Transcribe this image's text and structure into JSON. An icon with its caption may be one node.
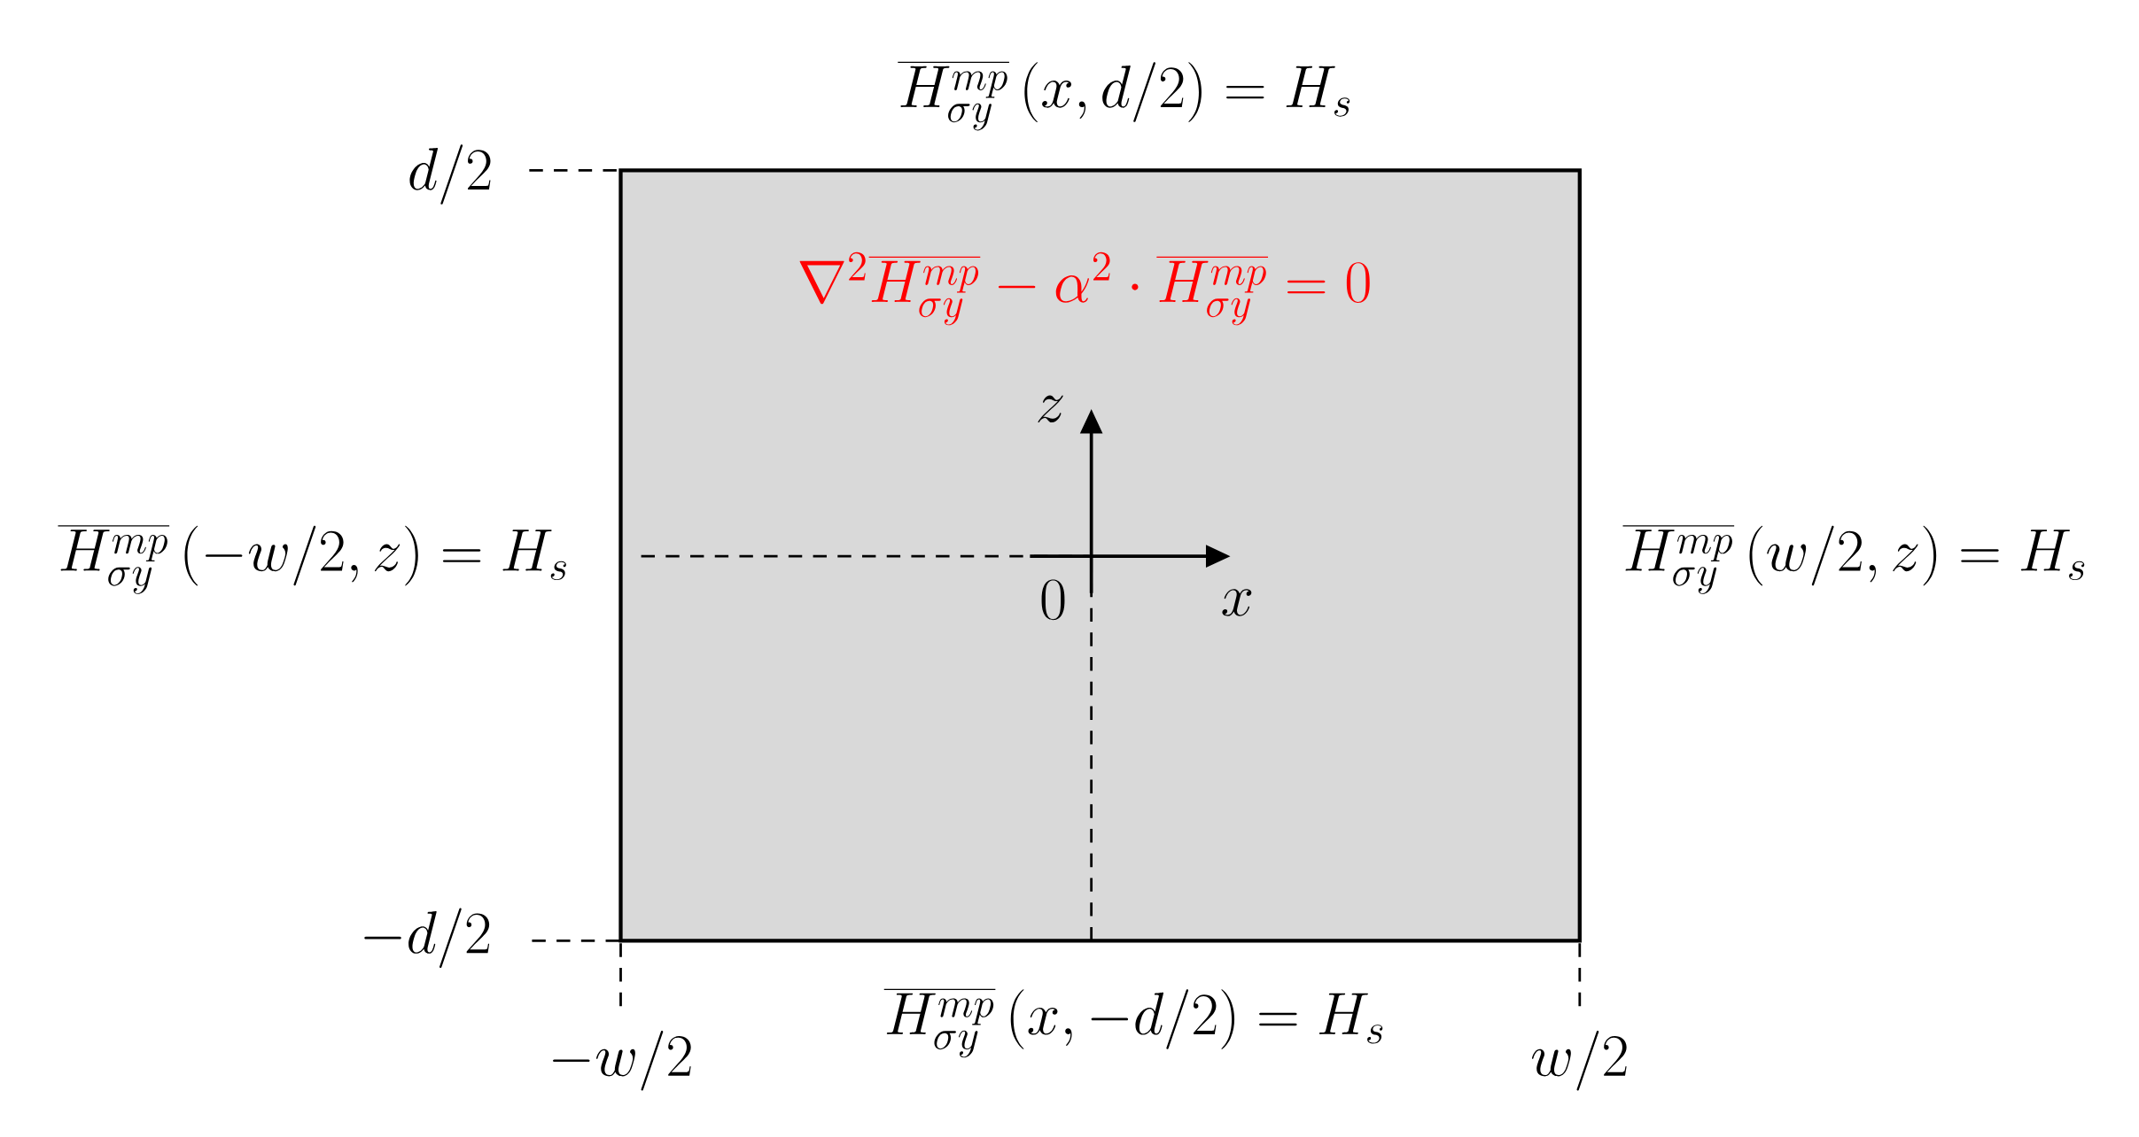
{
  "diagram": {
    "nodes": [
      {
        "text": [
          "\\nabla^2 \\overline{H_{\\sigma y}^{mp}} - \\alpha^2 \\cdot \\overline{H_{\\sigma y}^{mp}} = 0"
        ]
      }
    ],
    "labels": [
      "\\overline{H_{\\sigma y}^{mp}}\\left(x, d/2\\right) = H_s",
      "d/2",
      "z",
      "\\overline{H_{\\sigma y}^{mp}}\\left(-w/2, z\\right) = H_s",
      "\\overline{H_{\\sigma y}^{mp}}\\left(w/2, z\\right) = H_s",
      "0",
      "x",
      "-d/2",
      "\\overline{H_{\\sigma y}^{mp}}\\left(x, -d/2\\right) = H_s",
      "-w/2",
      "w/2"
    ]
  }
}
